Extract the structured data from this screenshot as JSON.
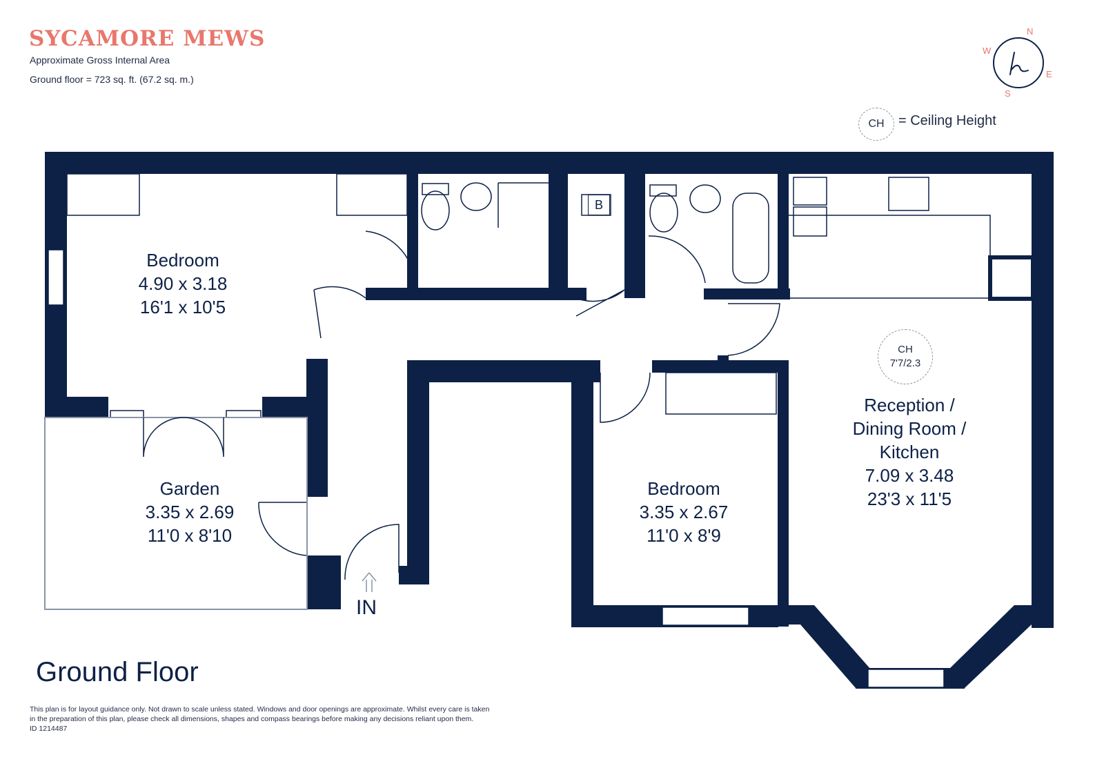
{
  "header": {
    "title": "SYCAMORE MEWS",
    "subtitle": "Approximate Gross Internal Area",
    "area": "Ground floor = 723 sq. ft. (67.2 sq. m.)"
  },
  "compass": {
    "n": "N",
    "e": "E",
    "s": "S",
    "w": "W",
    "logo": "h"
  },
  "legend": {
    "badge": "CH",
    "text": "= Ceiling Height"
  },
  "rooms": {
    "bedroom1": {
      "name": "Bedroom",
      "metric": "4.90 x 3.18",
      "imperial": "16'1 x 10'5"
    },
    "garden": {
      "name": "Garden",
      "metric": "3.35 x 2.69",
      "imperial": "11'0 x 8'10"
    },
    "bedroom2": {
      "name": "Bedroom",
      "metric": "3.35 x 2.67",
      "imperial": "11'0 x 8'9"
    },
    "reception": {
      "name_line1": "Reception /",
      "name_line2": "Dining Room /",
      "name_line3": "Kitchen",
      "metric": "7.09 x 3.48",
      "imperial": "23'3 x 11'5"
    }
  },
  "ceiling": {
    "badge": "CH",
    "value": "7'7/2.3"
  },
  "labels": {
    "entrance": "IN",
    "boiler": "B"
  },
  "floor_name": "Ground Floor",
  "disclaimer": {
    "line1": "This plan is for layout guidance only. Not drawn to scale unless stated. Windows and door openings are approximate. Whilst every care is taken",
    "line2": "in the preparation of this plan, please check all dimensions, shapes and compass bearings before making any decisions reliant upon them.",
    "id": "ID 1214487"
  },
  "colors": {
    "wall": "#0d2147",
    "accent": "#e8776c",
    "text": "#1f2a44"
  }
}
